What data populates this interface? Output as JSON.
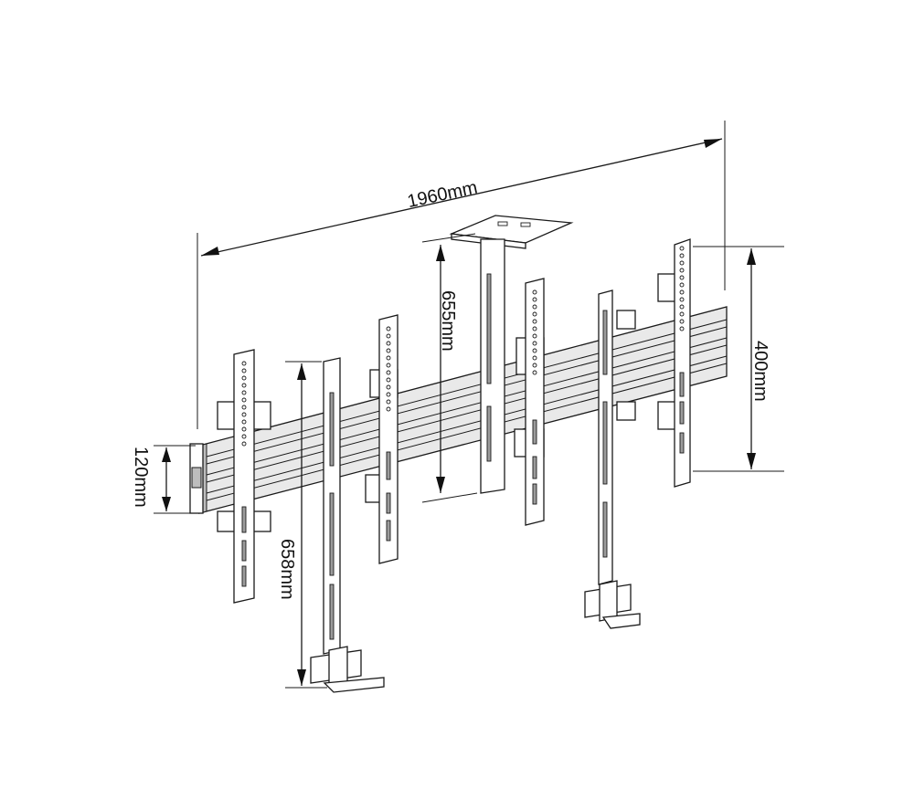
{
  "dimensions": {
    "width": "1960mm",
    "camera_arm_height": "655mm",
    "vertical_hole_span": "400mm",
    "rail_height": "120mm",
    "leg_height": "658mm"
  },
  "colors": {
    "line": "#1a1a1a",
    "rail_fill": "#e9e9e9",
    "slot_fill": "#9c9c9c"
  }
}
